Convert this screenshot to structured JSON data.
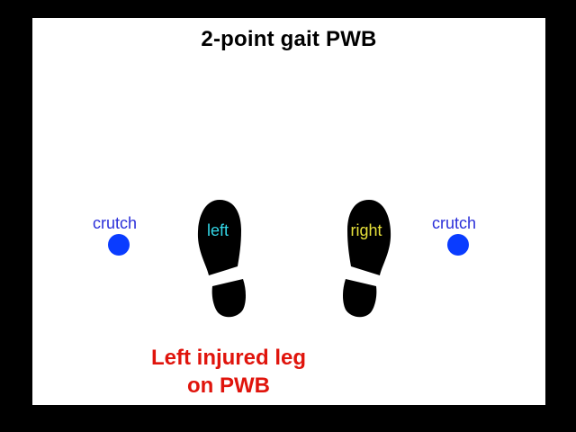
{
  "diagram": {
    "title": "2-point gait PWB",
    "left_crutch": {
      "label": "crutch"
    },
    "right_crutch": {
      "label": "crutch"
    },
    "left_foot": {
      "label": "left"
    },
    "right_foot": {
      "label": "right"
    },
    "caption_line1": "Left injured leg",
    "caption_line2": "on PWB",
    "colors": {
      "crutch_label": "#2b2fd9",
      "crutch_dot": "#0a3cff",
      "left_label": "#33d6e6",
      "right_label": "#e6e03a",
      "caption": "#e0140c",
      "footprint": "#000000"
    }
  }
}
